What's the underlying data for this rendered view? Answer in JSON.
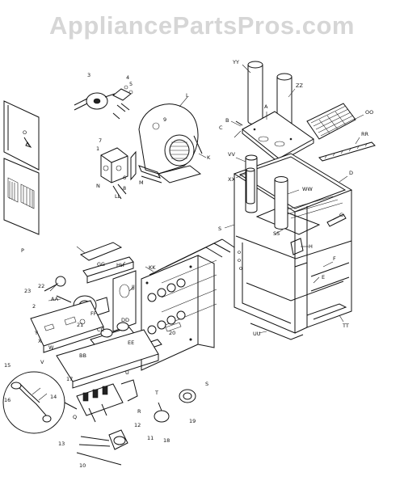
{
  "watermark": "AppliancePartsPros.com",
  "labels": [
    {
      "key": "yy",
      "text": "YY"
    },
    {
      "key": "zz",
      "text": "ZZ"
    },
    {
      "key": "oo",
      "text": "OO"
    },
    {
      "key": "rr",
      "text": "RR"
    },
    {
      "key": "b",
      "text": "B"
    },
    {
      "key": "c",
      "text": "C"
    },
    {
      "key": "a",
      "text": "A"
    },
    {
      "key": "vv",
      "text": "VV"
    },
    {
      "key": "xx",
      "text": "XX"
    },
    {
      "key": "ww",
      "text": "WW"
    },
    {
      "key": "d",
      "text": "D"
    },
    {
      "key": "g",
      "text": "G"
    },
    {
      "key": "s_top",
      "text": "S"
    },
    {
      "key": "h",
      "text": "H"
    },
    {
      "key": "ss",
      "text": "SS"
    },
    {
      "key": "f",
      "text": "F"
    },
    {
      "key": "e",
      "text": "E"
    },
    {
      "key": "uu",
      "text": "UU"
    },
    {
      "key": "tt",
      "text": "TT"
    },
    {
      "key": "n3",
      "text": "3"
    },
    {
      "key": "n4",
      "text": "4"
    },
    {
      "key": "n5",
      "text": "5"
    },
    {
      "key": "l",
      "text": "L"
    },
    {
      "key": "n9",
      "text": "9"
    },
    {
      "key": "n7",
      "text": "7"
    },
    {
      "key": "n1",
      "text": "1"
    },
    {
      "key": "k",
      "text": "K"
    },
    {
      "key": "n6",
      "text": "6"
    },
    {
      "key": "n8",
      "text": "8"
    },
    {
      "key": "ll",
      "text": "LL"
    },
    {
      "key": "n_left",
      "text": "N"
    },
    {
      "key": "m",
      "text": "M"
    },
    {
      "key": "o",
      "text": "O"
    },
    {
      "key": "p",
      "text": "P"
    },
    {
      "key": "gg",
      "text": "GG"
    },
    {
      "key": "hh",
      "text": "HH"
    },
    {
      "key": "kk",
      "text": "KK"
    },
    {
      "key": "jj",
      "text": "JJ"
    },
    {
      "key": "n22",
      "text": "22"
    },
    {
      "key": "n23",
      "text": "23"
    },
    {
      "key": "aa",
      "text": "AA"
    },
    {
      "key": "n2",
      "text": "2"
    },
    {
      "key": "ff",
      "text": "FF"
    },
    {
      "key": "n21",
      "text": "21"
    },
    {
      "key": "cc",
      "text": "CC"
    },
    {
      "key": "dd",
      "text": "DD"
    },
    {
      "key": "ee",
      "text": "EE"
    },
    {
      "key": "n20",
      "text": "20"
    },
    {
      "key": "x",
      "text": "X"
    },
    {
      "key": "y",
      "text": "Y"
    },
    {
      "key": "w",
      "text": "W"
    },
    {
      "key": "bb",
      "text": "BB"
    },
    {
      "key": "v",
      "text": "V"
    },
    {
      "key": "u",
      "text": "U"
    },
    {
      "key": "n15",
      "text": "15"
    },
    {
      "key": "n16",
      "text": "16"
    },
    {
      "key": "n14",
      "text": "14"
    },
    {
      "key": "n17",
      "text": "17"
    },
    {
      "key": "n13",
      "text": "13"
    },
    {
      "key": "q",
      "text": "Q"
    },
    {
      "key": "r",
      "text": "R"
    },
    {
      "key": "t",
      "text": "T"
    },
    {
      "key": "n12",
      "text": "12"
    },
    {
      "key": "n11",
      "text": "11"
    },
    {
      "key": "n10",
      "text": "10"
    },
    {
      "key": "n18",
      "text": "18"
    },
    {
      "key": "n19",
      "text": "19"
    },
    {
      "key": "s_bot",
      "text": "S"
    }
  ]
}
